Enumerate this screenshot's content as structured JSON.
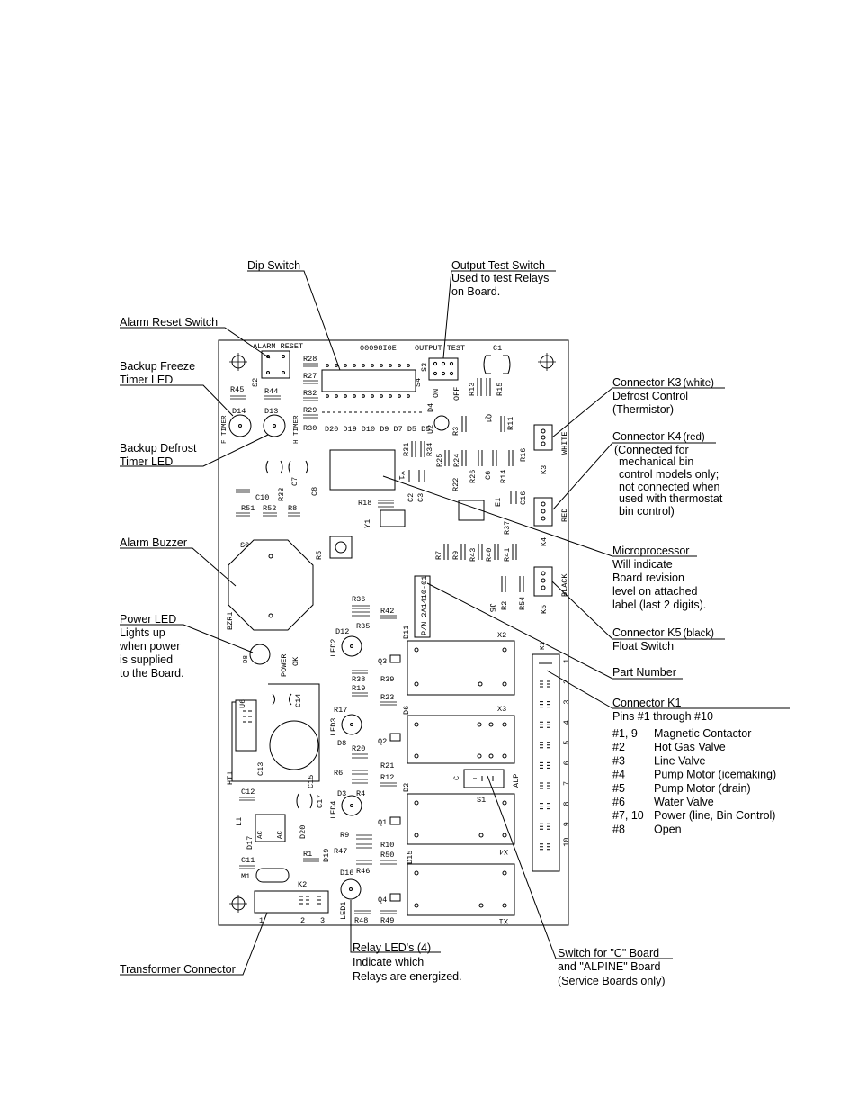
{
  "callouts": {
    "dip_switch": "Dip Switch",
    "output_test_title": "Output Test Switch",
    "output_test_desc1": "Used to test Relays",
    "output_test_desc2": "on Board.",
    "alarm_reset": "Alarm Reset Switch",
    "backup_freeze1": "Backup Freeze",
    "backup_freeze2": "Timer LED",
    "backup_defrost1": "Backup Defrost",
    "backup_defrost2": "Timer LED",
    "alarm_buzzer": "Alarm Buzzer",
    "power_led_title": "Power LED",
    "power_led_d1": "Lights up",
    "power_led_d2": "when power",
    "power_led_d3": "is supplied",
    "power_led_d4": "to the Board.",
    "transformer": "Transformer Connector",
    "relay_leds_title": "Relay LED's (4)",
    "relay_leds_d1": "Indicate which",
    "relay_leds_d2": "Relays are energized.",
    "switch_c_1": "Switch for \"C\" Board",
    "switch_c_2": "and \"ALPINE\" Board",
    "switch_c_3": "(Service Boards only)",
    "k3_title": "Connector K3",
    "k3_color": "(white)",
    "k3_d1": "Defrost Control",
    "k3_d2": "(Thermistor)",
    "k4_title": "Connector K4",
    "k4_color": "(red)",
    "k4_d1": "(Connected for",
    "k4_d2": "mechanical bin",
    "k4_d3": "control models only;",
    "k4_d4a": "not connected",
    "k4_d4b": "when",
    "k4_d5": "used with thermostat",
    "k4_d6": "bin control)",
    "micro_title": "Microprocessor",
    "micro_d1": "Will indicate",
    "micro_d2": "Board revision",
    "micro_d3": "level on attached",
    "micro_d4": "label (last 2 digits).",
    "k5_title": "Connector K5",
    "k5_color": "(black)",
    "k5_d1": "Float Switch",
    "part_number": "Part Number",
    "k1_title": "Connector K1",
    "k1_d1": "Pins #1 through #10"
  },
  "k1_pins": [
    {
      "pin": "#1, 9",
      "desc": "Magnetic Contactor"
    },
    {
      "pin": "#2",
      "desc": "Hot Gas Valve"
    },
    {
      "pin": "#3",
      "desc": "Line Valve"
    },
    {
      "pin": "#4",
      "desc": "Pump Motor (icemaking)"
    },
    {
      "pin": "#5",
      "desc": "Pump Motor (drain)"
    },
    {
      "pin": "#6",
      "desc": "Water Valve"
    },
    {
      "pin": "#7, 10",
      "desc": "Power (line, Bin Control)"
    },
    {
      "pin": "#8",
      "desc": "Open"
    }
  ],
  "board": {
    "alarm_reset": "ALARM RESET",
    "serial": "00098I0E",
    "output_test": "OUTPUT TEST",
    "c1": "C1",
    "s3": "S3",
    "on": "ON",
    "off": "OFF",
    "s2": "S2",
    "s4": "S4",
    "r28": "R28",
    "r27": "R27",
    "r32": "R32",
    "r29": "R29",
    "r30": "R30",
    "r45": "R45",
    "r44": "R44",
    "d14": "D14",
    "d13": "D13",
    "f_timer": "F TIMER",
    "h_timer": "H TIMER",
    "led_row": "D20  D19  D10  D9  D7  D5  D5",
    "d4": "D4",
    "u2": "U2",
    "r3": "R3",
    "r13": "R13",
    "r15": "R15",
    "r11": "R11",
    "q1": "Q1",
    "r31": "R31",
    "r34": "R34",
    "y1": "Y1",
    "r25": "R25",
    "r24": "R24",
    "r26": "R26",
    "c6": "C6",
    "r14": "R14",
    "r16": "R16",
    "r22": "R22",
    "c2": "C2",
    "c3": "C3",
    "e1": "E1",
    "c16": "C16",
    "c10": "C10",
    "r33": "R33",
    "c7": "C7",
    "c8": "C8",
    "r51": "R51",
    "r52": "R52",
    "r8": "R8",
    "r18": "R18",
    "y1b": "Y1",
    "s0": "S0",
    "r5": "R5",
    "bzr1": "BZR1",
    "r7": "R7",
    "r9": "R9",
    "r43": "R43",
    "r40": "R40",
    "r41": "R41",
    "r37": "R37",
    "r2": "R2",
    "r54": "R54",
    "j5": "J5",
    "part_no": "P/N 2A1410-01",
    "r36": "R36",
    "r42": "R42",
    "r35": "R35",
    "d12": "D12",
    "led2": "LED2",
    "d11": "D11",
    "q3": "Q3",
    "x2": "X2",
    "k1": "K1",
    "power": "POWER",
    "ok": "OK",
    "d8p": "D8",
    "r38": "R38",
    "r39": "R39",
    "r19": "R19",
    "r23": "R23",
    "r17": "R17",
    "led3": "LED3",
    "d6": "D6",
    "x3": "X3",
    "q2": "Q2",
    "d8": "D8",
    "u6": "U6",
    "c14": "C14",
    "c13": "C13",
    "ht1": "HT1",
    "c15": "C15",
    "r20": "R20",
    "r21": "R21",
    "r6": "R6",
    "r12": "R12",
    "r4": "R4",
    "d3": "D3",
    "d2": "D2",
    "c_sw": "C",
    "s1": "S1",
    "alp": "ALP",
    "c12": "C12",
    "c17": "C17",
    "led4": "LED4",
    "q1b": "Q1",
    "l1": "L1",
    "d17": "D17",
    "ac1": "AC",
    "ac2": "AC",
    "d20b": "D20",
    "r9b": "R9",
    "r10": "R10",
    "x4": "X4",
    "c11": "C11",
    "r1": "R1",
    "d19": "D19",
    "r47": "R47",
    "r50": "R50",
    "d15": "D15",
    "r46": "R46",
    "m1": "M1",
    "k2": "K2",
    "d16": "D16",
    "q4": "Q4",
    "led1": "LED1",
    "r48": "R48",
    "r49": "R49",
    "x1": "X1",
    "k2_1": "1",
    "k2_2": "2",
    "k2_3": "3",
    "k3": "K3",
    "white": "WHITE",
    "k4": "K4",
    "red": "RED",
    "k5": "K5",
    "black": "BLACK",
    "k1_nums": [
      "1",
      "2",
      "3",
      "4",
      "5",
      "6",
      "7",
      "8",
      "9",
      "10"
    ]
  }
}
